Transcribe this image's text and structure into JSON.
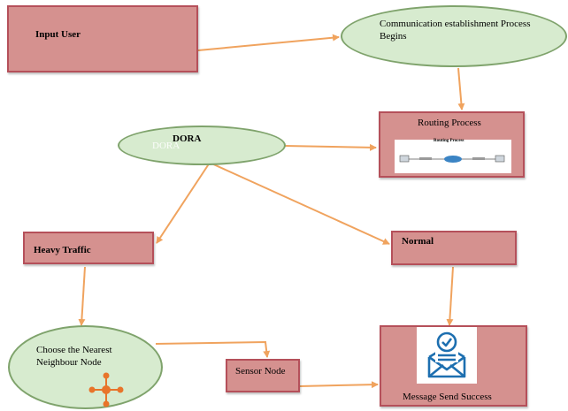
{
  "nodes": {
    "input_user": "Input User",
    "communication": "Communication  establishment Process Begins",
    "dora": "DORA",
    "dora_ghost": "DORA",
    "routing": "Routing Process",
    "routing_image_title": "Routing Process",
    "heavy_traffic": "Heavy Traffic",
    "normal": "Normal",
    "choose_node": "Choose the Nearest Neighbour Node",
    "sensor_node": "Sensor Node",
    "message_success": "Message Send Success"
  },
  "icons": {
    "network": "network-topology-icon",
    "mail": "mail-check-icon",
    "router": "router-icon"
  },
  "colors": {
    "rect_fill": "#d5918f",
    "rect_border": "#b5505a",
    "oval_fill": "#d7ebcf",
    "oval_border": "#7fa36c",
    "arrow": "#f0a35e",
    "network_icon": "#e8742a",
    "mail_icon": "#1d6fb0"
  }
}
